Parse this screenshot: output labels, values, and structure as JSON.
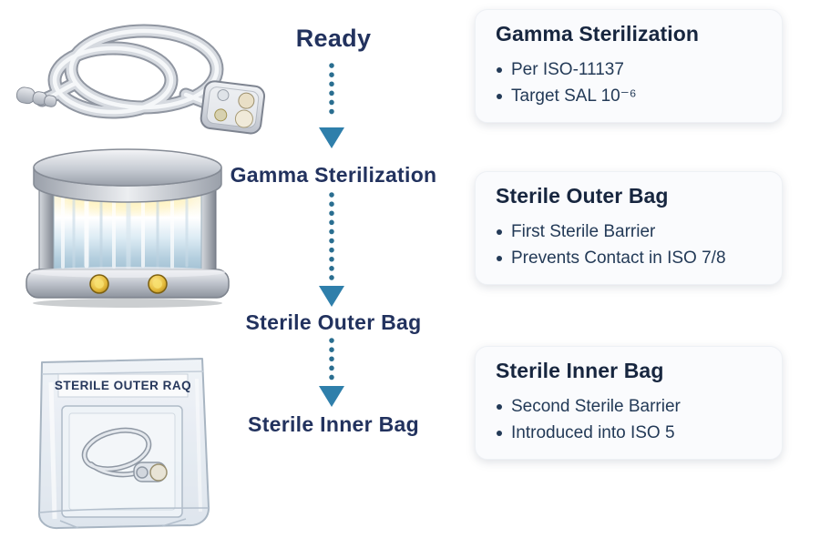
{
  "page": {
    "background": "#ffffff"
  },
  "flow": {
    "steps": [
      {
        "label": "Ready"
      },
      {
        "label": "Gamma Sterilization"
      },
      {
        "label": "Sterile Outer Bag"
      },
      {
        "label": "Sterile Inner Bag"
      }
    ],
    "label_color": "#22325e",
    "arrow_dot_color": "#2a6e90",
    "arrow_head_color": "#2f7fab"
  },
  "illustrations": {
    "bag_label": "STERILE OUTER RAQ"
  },
  "cards": [
    {
      "title": "Gamma Sterilization",
      "bullets": [
        "Per ISO-11137",
        "Target SAL 10⁻⁶"
      ]
    },
    {
      "title": "Sterile Outer Bag",
      "bullets": [
        "First Sterile Barrier",
        "Prevents Contact in ISO 7/8"
      ]
    },
    {
      "title": "Sterile Inner Bag",
      "bullets": [
        "Second Sterile Barrier",
        "Introduced into ISO 5"
      ]
    }
  ]
}
